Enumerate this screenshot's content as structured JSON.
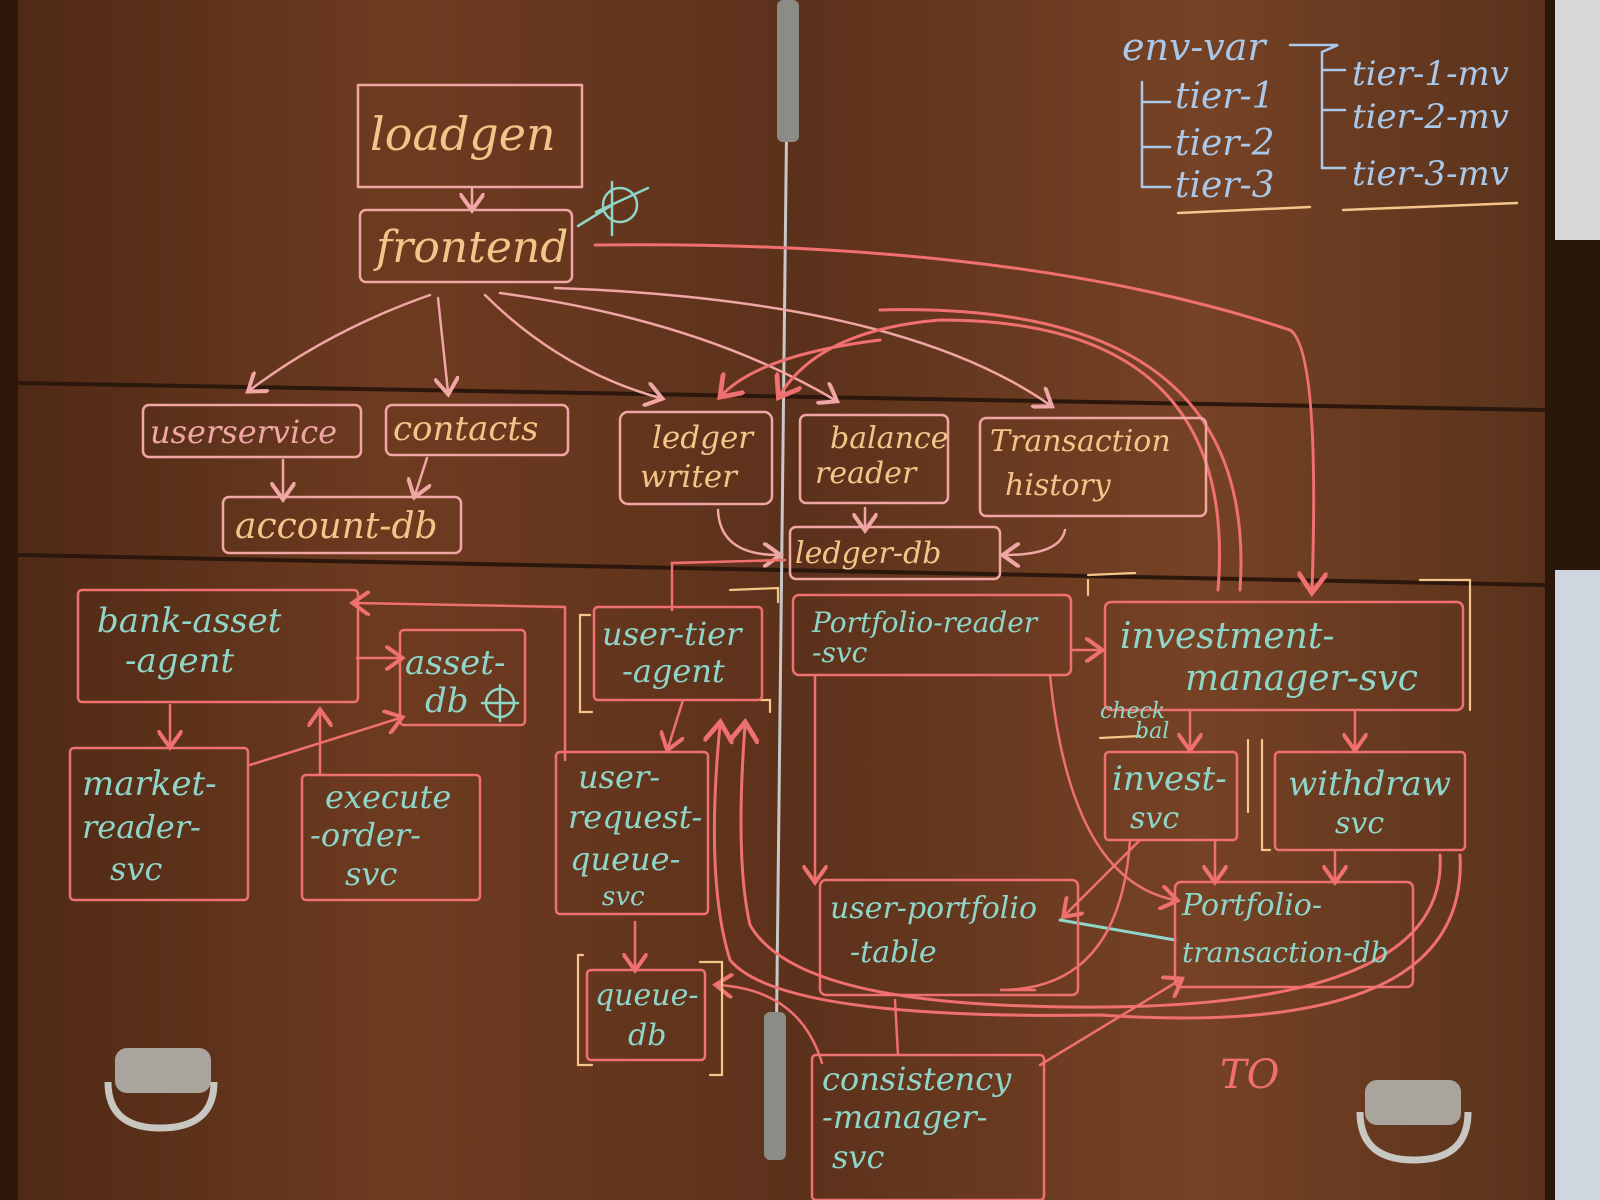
{
  "colors": {
    "wood_dark": "#4a2714",
    "wood_mid": "#6b3a20",
    "wood_light": "#7d4628",
    "chalk_pink": "#f1a6a6",
    "chalk_red": "#f07070",
    "chalk_orange": "#f4c58a",
    "chalk_teal": "#8fd6c9",
    "chalk_blue": "#a9c8ea"
  },
  "legend": {
    "env_var": "env-var",
    "tiers": [
      "tier-1",
      "tier-2",
      "tier-3"
    ],
    "mvs": [
      "tier-1-mv",
      "tier-2-mv",
      "tier-3-mv"
    ]
  },
  "top_services": {
    "loadgen": "loadgen",
    "frontend": "frontend"
  },
  "boa_services": {
    "userservice": "userservice",
    "contacts": "contacts",
    "account_db": "account-db",
    "ledger_writer": [
      "ledger",
      "writer"
    ],
    "balance_reader": [
      "balance",
      "reader"
    ],
    "transaction_history": [
      "Transaction",
      "history"
    ],
    "ledger_db": "ledger-db"
  },
  "agent_services": {
    "bank_asset_agent": [
      "bank-asset",
      "-agent"
    ],
    "asset_db": [
      "asset-",
      "db"
    ],
    "market_reader": [
      "market-",
      "reader-",
      "svc"
    ],
    "execute_order": [
      "execute",
      "-order-",
      "svc"
    ],
    "user_tier_agent": [
      "user-tier",
      "-agent"
    ],
    "user_request_queue": [
      "user-",
      "request-",
      "queue-",
      "svc"
    ],
    "queue_db": [
      "queue-",
      "db"
    ]
  },
  "portfolio_services": {
    "portfolio_reader": [
      "Portfolio-reader",
      "-svc"
    ],
    "investment_manager": [
      "investment-",
      "manager-svc"
    ],
    "check_bal": [
      "check",
      "bal"
    ],
    "invest_svc": [
      "invest-",
      "svc"
    ],
    "withdraw_svc": [
      "withdraw",
      "svc"
    ],
    "user_portfolio_table": [
      "user-portfolio",
      "-table"
    ],
    "portfolio_transaction_db": [
      "Portfolio-",
      "transaction-db"
    ],
    "consistency_manager": [
      "consistency",
      "-manager-",
      "svc"
    ],
    "mark_to": "TO"
  }
}
